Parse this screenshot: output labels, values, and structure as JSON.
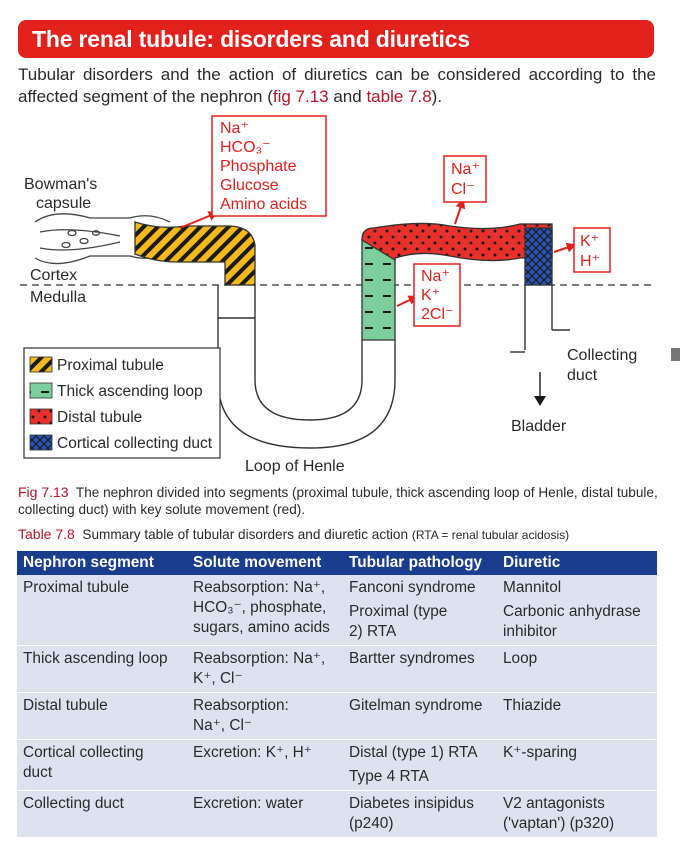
{
  "header": {
    "title": "The renal tubule: disorders and diuretics"
  },
  "intro": {
    "text_before": "Tubular disorders and the action of diuretics can be considered according to the affected segment of the nephron (",
    "ref_figure": "fig 7.13",
    "text_and": " and ",
    "ref_table": "table 7.8",
    "text_after": ")."
  },
  "diagram": {
    "labels": {
      "bowmans_1": "Bowman's",
      "bowmans_2": "capsule",
      "cortex": "Cortex",
      "medulla": "Medulla",
      "collecting_1": "Collecting",
      "collecting_2": "duct",
      "bladder": "Bladder",
      "loop": "Loop of Henle"
    },
    "solute_boxes": {
      "proximal": [
        "Na⁺",
        "HCO₃⁻",
        "Phosphate",
        "Glucose",
        "Amino acids"
      ],
      "distal": [
        "Na⁺",
        "Cl⁻"
      ],
      "collecting": [
        "K⁺",
        "H⁺"
      ],
      "loop": [
        "Na⁺",
        "K⁺",
        "2Cl⁻"
      ]
    },
    "legend": [
      {
        "label": "Proximal tubule",
        "pattern": "stripes",
        "color": "#f2b81c"
      },
      {
        "label": "Thick ascending loop",
        "pattern": "dashes",
        "color": "#7ccf9b"
      },
      {
        "label": "Distal tubule",
        "pattern": "dots",
        "color": "#e8312c"
      },
      {
        "label": "Cortical collecting duct",
        "pattern": "crosshatch",
        "color": "#2a52b8"
      }
    ],
    "colors": {
      "accent": "#e2201c",
      "solute_box": "#e2201c",
      "header_blue": "#1b3d8f"
    }
  },
  "figure_caption": {
    "label": "Fig 7.13",
    "text": "The nephron divided into segments (proximal tubule, thick ascending loop of Henle, distal tubule, collecting duct) with key solute movement (red)."
  },
  "table_caption": {
    "label": "Table 7.8",
    "text": "Summary table of tubular disorders and diuretic action",
    "note": "(RTA = renal tubular acidosis)"
  },
  "table": {
    "headers": [
      "Nephron segment",
      "Solute movement",
      "Tubular pathology",
      "Diuretic"
    ],
    "rows": [
      {
        "segment": [
          "Proximal tubule"
        ],
        "solute": [
          "Reabsorption: Na⁺,",
          "HCO₃⁻, phosphate,",
          "sugars, amino acids"
        ],
        "pathology": [
          "Fanconi syndrome",
          "Proximal (type",
          "2) RTA"
        ],
        "diuretic": [
          "Mannitol",
          "Carbonic anhydrase",
          "inhibitor"
        ]
      },
      {
        "segment": [
          "Thick ascending loop"
        ],
        "solute": [
          "Reabsorption: Na⁺,",
          "K⁺, Cl⁻"
        ],
        "pathology": [
          "Bartter syndromes"
        ],
        "diuretic": [
          "Loop"
        ]
      },
      {
        "segment": [
          "Distal tubule"
        ],
        "solute": [
          "Reabsorption:",
          "Na⁺, Cl⁻"
        ],
        "pathology": [
          "Gitelman syndrome"
        ],
        "diuretic": [
          "Thiazide"
        ]
      },
      {
        "segment": [
          "Cortical collecting",
          "duct"
        ],
        "solute": [
          "Excretion: K⁺, H⁺"
        ],
        "pathology": [
          "Distal (type 1) RTA",
          "Type 4 RTA"
        ],
        "diuretic": [
          "K⁺-sparing"
        ]
      },
      {
        "segment": [
          "Collecting duct"
        ],
        "solute": [
          "Excretion: water"
        ],
        "pathology": [
          "Diabetes insipidus",
          "(p240)"
        ],
        "diuretic": [
          "V2 antagonists",
          "('vaptan') (p320)"
        ]
      }
    ]
  }
}
